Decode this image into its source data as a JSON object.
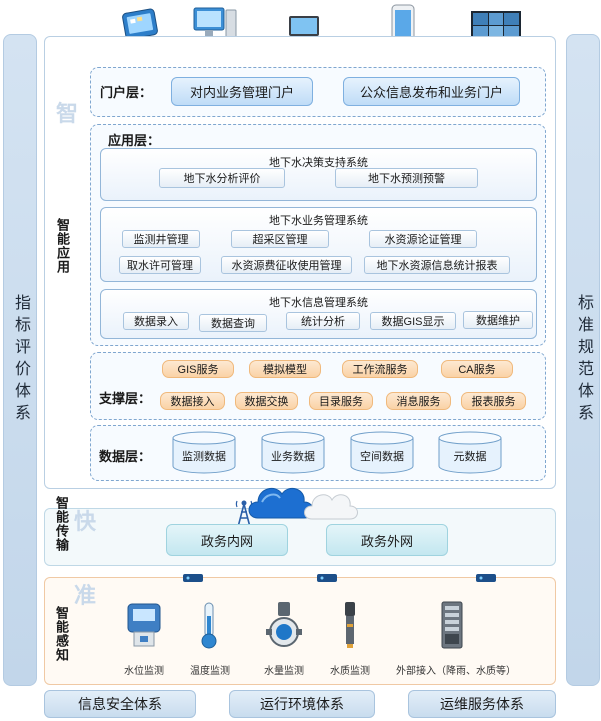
{
  "side_left": {
    "label": "指标评价体系"
  },
  "side_right": {
    "label": "标准规范体系"
  },
  "watermarks": {
    "zhi": "智",
    "kuai": "快",
    "zhun": "准"
  },
  "section_labels": {
    "smart_app": "智能应用",
    "smart_transfer": "智能传输",
    "smart_sense": "智能感知"
  },
  "portal": {
    "label": "门户层：",
    "items": [
      "对内业务管理门户",
      "公众信息发布和业务门户"
    ]
  },
  "application": {
    "label": "应用层：",
    "decision": {
      "title": "地下水决策支持系统",
      "items": [
        "地下水分析评价",
        "地下水预测预警"
      ]
    },
    "business": {
      "title": "地下水业务管理系统",
      "row1": [
        "监测井管理",
        "超采区管理",
        "水资源论证管理"
      ],
      "row2": [
        "取水许可管理",
        "水资源费征收使用管理",
        "地下水资源信息统计报表"
      ]
    },
    "info": {
      "title": "地下水信息管理系统",
      "items": [
        "数据录入",
        "数据查询",
        "统计分析",
        "数据GIS显示",
        "数据维护"
      ]
    }
  },
  "support": {
    "label": "支撑层：",
    "row1": [
      "GIS服务",
      "模拟模型",
      "工作流服务",
      "CA服务"
    ],
    "row2": [
      "数据接入",
      "数据交换",
      "目录服务",
      "消息服务",
      "报表服务"
    ]
  },
  "data_layer": {
    "label": "数据层：",
    "items": [
      "监测数据",
      "业务数据",
      "空间数据",
      "元数据"
    ]
  },
  "network": {
    "items": [
      "政务内网",
      "政务外网"
    ]
  },
  "sensors": {
    "items": [
      "水位监测",
      "温度监测",
      "水量监测",
      "水质监测",
      "外部接入（降雨、水质等）"
    ]
  },
  "bottom": {
    "items": [
      "信息安全体系",
      "运行环境体系",
      "运维服务体系"
    ]
  },
  "colors": {
    "accent_blue": "#bfdcf7",
    "accent_orange": "#fad2a6",
    "accent_teal": "#c3e7f0"
  }
}
